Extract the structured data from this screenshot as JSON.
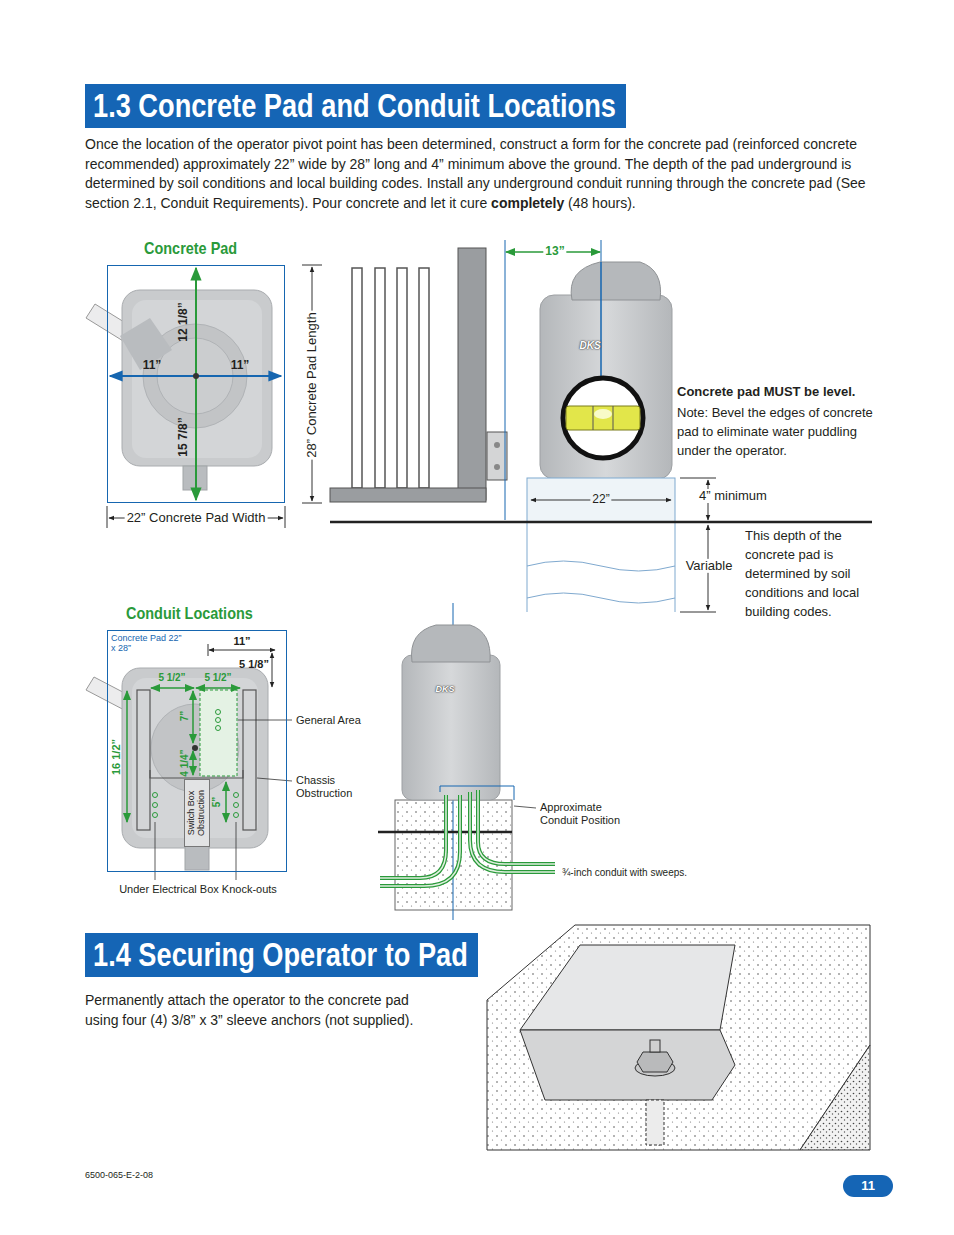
{
  "diagram": {
    "nodes": [
      {
        "text": [
          "1.3 Concrete Pad and Conduit Locations"
        ]
      },
      {
        "text": [
          "Concrete Pad"
        ]
      },
      {
        "text": [
          "Conduit Locations",
          "Concrete Pad 22” x 28”"
        ]
      },
      {
        "text": [
          "Switch Box Obstruction"
        ],
        "in": 2
      },
      {
        "text": [
          "1.4 Securing Operator to Pad"
        ]
      },
      {
        "text": [
          "11"
        ]
      }
    ],
    "labels": [
      "Once the location of the operator pivot point has been determined, construct a form for the concrete pad (reinforced concrete recommended) approximately 22” wide by 28” long and 4” minimum above the ground. The depth of the pad underground is determined by soil conditions and local building codes. Install any underground conduit running through the concrete pad (See section 2.1, Conduit Requirements). Pour concrete and let it cure",
      "completely",
      "(48 hours).",
      "11”",
      "11”",
      "12 1/8”",
      "15 7/8”",
      "22” Concrete Pad Width",
      "28” Concrete Pad Length",
      "13”",
      "DKS",
      "Concrete pad MUST be level.",
      "Note: Bevel the edges of concrete pad to eliminate water puddling under the operator.",
      "22”",
      "4” minimum",
      "Variable",
      "This depth of the concrete pad is determined by soil conditions and local building codes.",
      "11”",
      "5 1/8”",
      "5 1/2”",
      "5 1/2”",
      "7”",
      "4 1/4”",
      "16 1/2”",
      "5”",
      "General Area",
      "Chassis Obstruction",
      "Under Electrical Box Knock-outs",
      "DKS",
      "Approximate Conduit Position",
      "¾-inch conduit with sweeps.",
      "Permanently attach the operator to the concrete pad using four (4) 3/8” x 3” sleeve anchors (not supplied).",
      "6500-065-E-2-08"
    ]
  }
}
